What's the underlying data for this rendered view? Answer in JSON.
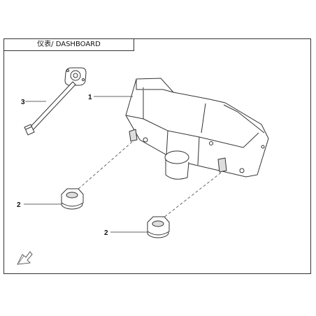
{
  "header": {
    "title": "仪表/ DASHBOARD"
  },
  "callouts": [
    {
      "id": "1",
      "label": "1"
    },
    {
      "id": "2",
      "label": "2"
    },
    {
      "id": "2b",
      "label": "2"
    },
    {
      "id": "3",
      "label": "3"
    }
  ],
  "colors": {
    "line": "#333333",
    "fill": "#ffffff",
    "shade": "#dddddd"
  },
  "icons": {
    "corner": "orientation-arrow-icon"
  }
}
